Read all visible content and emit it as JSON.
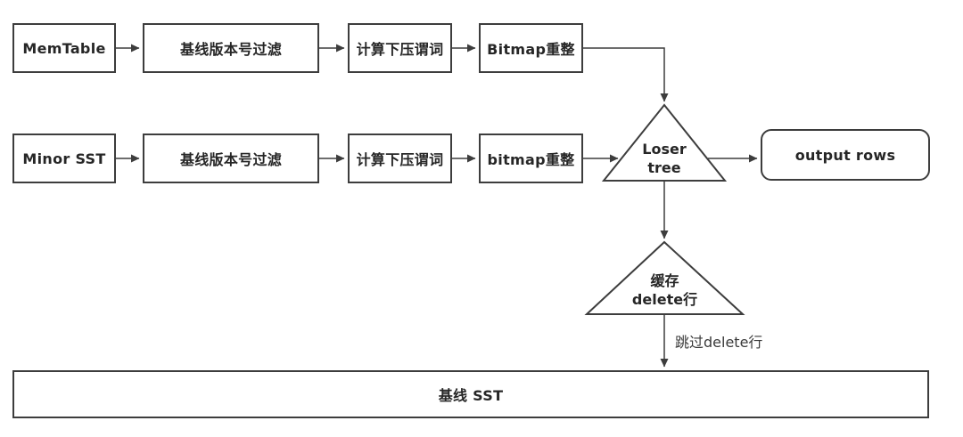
{
  "colors": {
    "background": "#ffffff",
    "stroke": "#3d3d3d",
    "text": "#262626"
  },
  "pipeline_top": {
    "source": "MemTable",
    "filter": "基线版本号过滤",
    "predicate": "计算下压谓词",
    "bitmap": "Bitmap重整"
  },
  "pipeline_bottom": {
    "source": "Minor SST",
    "filter": "基线版本号过滤",
    "predicate": "计算下压谓词",
    "bitmap": "bitmap重整"
  },
  "merge": {
    "loser_tree_line1": "Loser",
    "loser_tree_line2": "tree",
    "output": "output rows"
  },
  "delete_cache": {
    "line1": "缓存",
    "line2": "delete行",
    "skip_label": "跳过delete行"
  },
  "baseline": {
    "label": "基线 SST"
  }
}
